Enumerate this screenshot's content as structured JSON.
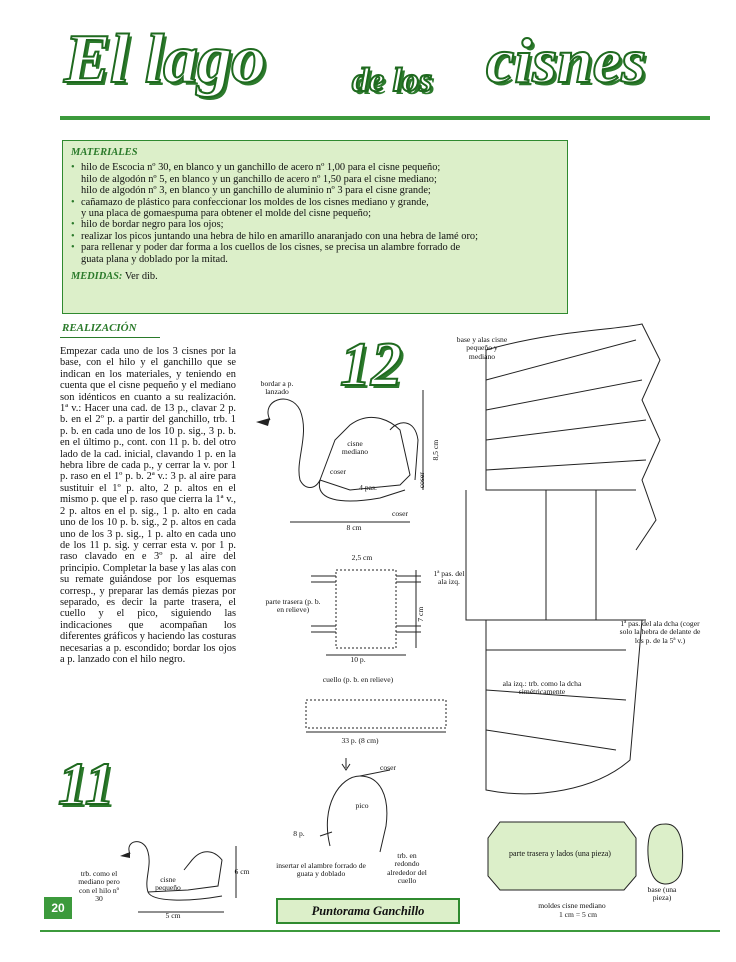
{
  "title": {
    "big1": "El lago",
    "small": "de los",
    "big2": "cisnes"
  },
  "materials": {
    "header": "MATERIALES",
    "items": [
      "hilo de Escocia nº 30, en blanco y un ganchillo de acero nº 1,00 para el cisne pequeño;",
      "hilo de algodón nº 5, en blanco y un ganchillo de acero nº 1,50 para el cisne mediano;",
      "hilo de algodón nº 3, en blanco y un ganchillo de aluminio nº 3 para el cisne grande;",
      "cañamazo de plástico para confeccionar los moldes de los cisnes mediano y grande,",
      "y una placa de gomaespuma para obtener el molde del cisne pequeño;",
      "hilo de bordar negro para los ojos;",
      "realizar los picos juntando una hebra de hilo en amarillo anaranjado con una hebra de lamé oro;",
      "para rellenar y poder dar forma a los cuellos de los cisnes, se precisa un alambre forrado de",
      "guata plana y doblado por la mitad."
    ],
    "medidas_label": "MEDIDAS:",
    "medidas_value": "Ver dib."
  },
  "realizacion": {
    "header": "REALIZACIÓN",
    "text": "Empezar cada uno de los 3 cisnes por la base, con el hilo y el ganchillo que se indican en los materiales, y teniendo en cuenta que el cisne pequeño y el mediano son idénticos en cuanto a su realización. 1ª v.: Hacer una cad. de 13 p., clavar 2 p. b. en el 2º p. a partir del ganchillo, trb. 1 p. b. en cada uno de los 10 p. sig., 3 p. b. en el último p., cont. con 11 p. b. del otro lado de la cad. inicial, clavando 1 p. en la hebra libre de cada p., y cerrar la v. por 1 p. raso en el 1º p. b. 2ª v.: 3 p. al aire para sustituir el 1º p. alto, 2 p. altos en el mismo p. que el p. raso que cierra la 1ª v., 2 p. altos en el p. sig., 1 p. alto en cada uno de los 10 p. b. sig., 2 p. altos en cada uno de los 3 p. sig., 1 p. alto en cada uno de los 11 p. sig. y cerrar esta v. por 1 p. raso clavado en e 3º p. al aire del principio. Completar la base y las alas con su remate guiándose por los esquemas corresp., y preparar las demás piezas por separado, es decir la parte trasera, el cuello y el pico, siguiendo las indicaciones que acompañan los diferentes gráficos y haciendo las costuras necesarias a p. escondido; bordar los ojos a p. lanzado con el hilo negro."
  },
  "figure12": {
    "number": "12",
    "labels": {
      "bordar": "bordar a p. lanzado",
      "cisne_mediano": "cisne mediano",
      "coser1": "coser",
      "pas4": "4 pas.",
      "coser2": "coser",
      "coser3": "coser",
      "h": "8,5 cm",
      "w": "8 cm"
    }
  },
  "figure11": {
    "number": "11",
    "labels": {
      "trb": "trb. como el mediano pero con el hilo nº 30",
      "cisne_pequeno": "cisne pequeño",
      "h": "6 cm",
      "w": "5 cm"
    }
  },
  "diagrams": {
    "parte_trasera": "parte trasera (p. b. en relieve)",
    "w25": "2,5 cm",
    "h7": "7 cm",
    "p10": "10 p.",
    "cuello": "cuello (p. b. en relieve)",
    "p33": "33 p. (8 cm)",
    "coser_neck": "coser",
    "pico": "pico",
    "p8": "8 p.",
    "insertar": "insertar el alambre forrado de guata y doblado",
    "trb_redondo": "trb. en redondo alrededor del cuello",
    "base_alas": "base y alas cisne pequeño y mediano",
    "pas1": "1ª pas. del ala izq.",
    "pas1_dcha": "1ª pas. del ala dcha (coger solo la hebra de delante de los p. de la 5ª v.)",
    "ala_izq": "ala izq.: trb. como la dcha simétricamente",
    "parte_trasera_lados": "parte trasera y lados (una pieza)",
    "base": "base (una pieza)",
    "moldes": "moldes cisne mediano",
    "escala": "1 cm = 5 cm"
  },
  "footer": {
    "page_number": "20",
    "magazine": "Puntorama Ganchillo"
  },
  "colors": {
    "accent": "#3c9a3c",
    "box_bg": "#dcefc9"
  }
}
